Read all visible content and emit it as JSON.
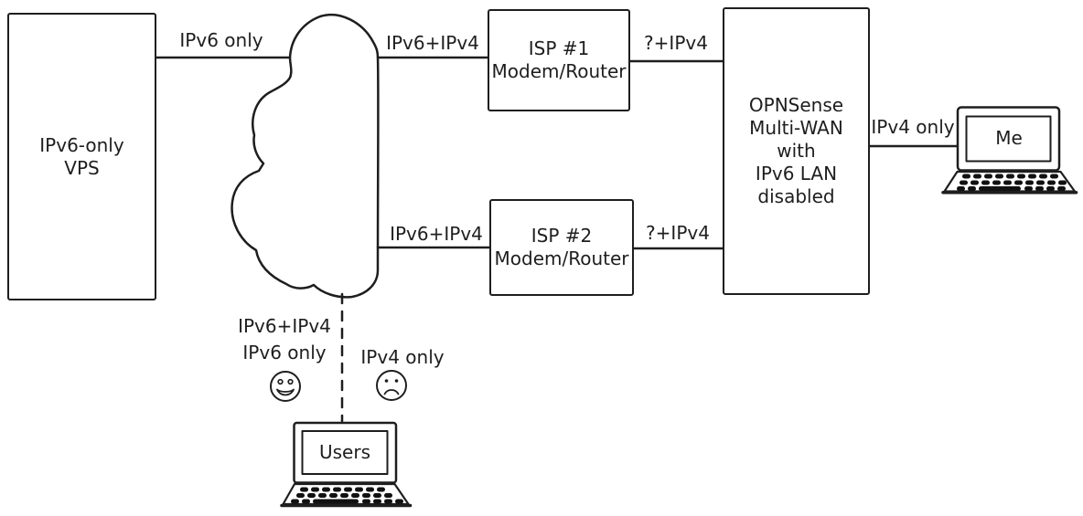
{
  "diagram": {
    "background": "#ffffff",
    "stroke_color": "#1e1e1e",
    "nodes": {
      "vps": {
        "label": "IPv6-only\nVPS"
      },
      "cloud": {
        "name": "internet-cloud"
      },
      "isp1": {
        "label": "ISP #1\nModem/Router"
      },
      "isp2": {
        "label": "ISP #2\nModem/Router"
      },
      "opnsense": {
        "label": "OPNSense\nMulti-WAN\nwith\nIPv6 LAN\ndisabled"
      },
      "me_laptop": {
        "label": "Me"
      },
      "users_laptop": {
        "label": "Users"
      }
    },
    "edge_labels": {
      "vps_to_cloud": "IPv6 only",
      "cloud_to_isp1": "IPv6+IPv4",
      "isp1_to_opnsense": "?+IPv4",
      "cloud_to_isp2": "IPv6+IPv4",
      "isp2_to_opnsense": "?+IPv4",
      "opnsense_to_me": "IPv4 only"
    },
    "user_outcomes": {
      "happy_line1": "IPv6+IPv4",
      "happy_line2": "IPv6 only",
      "happy_icon": "happy-face",
      "sad_line1": "IPv4 only",
      "sad_icon": "sad-face"
    }
  }
}
